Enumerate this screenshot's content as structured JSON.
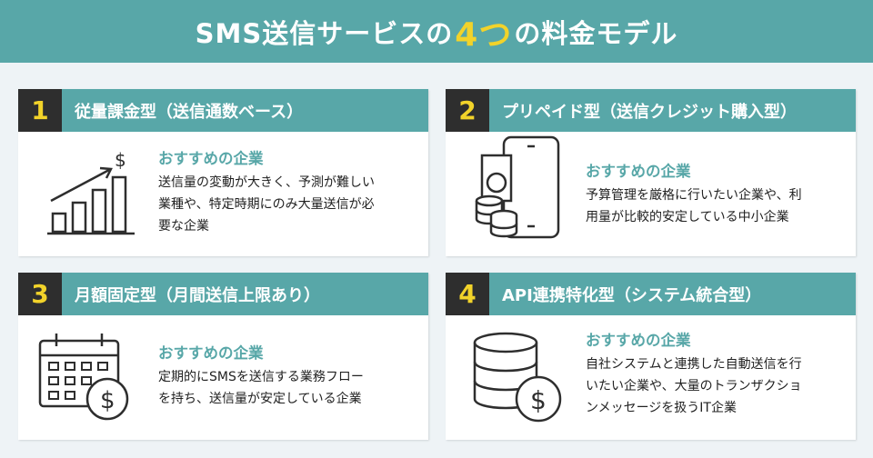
{
  "header": {
    "title_before": "SMS送信サービスの",
    "title_number": "4つ",
    "title_after": "の料金モデル"
  },
  "colors": {
    "teal": "#58a7a8",
    "dark": "#2e2e2e",
    "yellow": "#f2d32a"
  },
  "cards": [
    {
      "number": "1",
      "title": "従量課金型（送信通数ベース）",
      "recommend": "おすすめの企業",
      "desc_lines": [
        "送信量の変動が大きく、予測が難しい",
        "業種や、特定時期にのみ大量送信が必",
        "要な企業"
      ],
      "icon": "growth-chart-icon"
    },
    {
      "number": "2",
      "title": "プリペイド型（送信クレジット購入型）",
      "recommend": "おすすめの企業",
      "desc_lines": [
        "予算管理を厳格に行いたい企業や、利",
        "用量が比較的安定している中小企業"
      ],
      "icon": "phone-money-icon"
    },
    {
      "number": "3",
      "title": "月額固定型（月間送信上限あり）",
      "recommend": "おすすめの企業",
      "desc_lines": [
        "定期的にSMSを送信する業務フロー",
        "を持ち、送信量が安定している企業"
      ],
      "icon": "calendar-dollar-icon"
    },
    {
      "number": "4",
      "title": "API連携特化型（システム統合型）",
      "recommend": "おすすめの企業",
      "desc_lines": [
        "自社システムと連携した自動送信を行",
        "いたい企業や、大量のトランザクショ",
        "ンメッセージを扱うIT企業"
      ],
      "icon": "database-dollar-icon"
    }
  ]
}
